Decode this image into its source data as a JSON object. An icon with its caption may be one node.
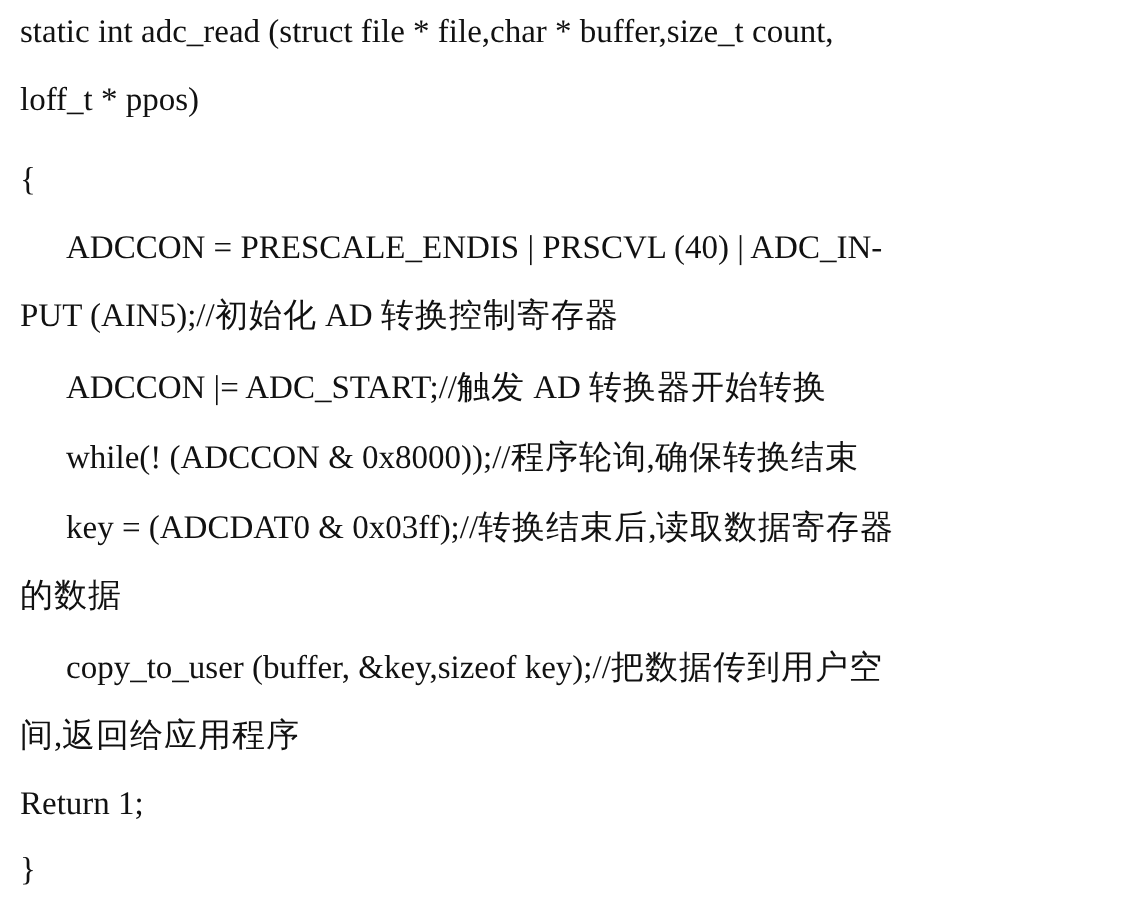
{
  "diagram": {
    "labels": [
      "static int adc_read (struct file * file,char * buffer,size_t count,",
      "loff_t * ppos)",
      "{",
      "ADCCON = PRESCALE_ENDIS | PRSCVL (40) | ADC_IN-",
      "PUT (AIN5);//初始化 AD 转换控制寄存器",
      "ADCCON |= ADC_START;//触发 AD 转换器开始转换",
      "while(! (ADCCON & 0x8000));//程序轮询,确保转换结束",
      "key = (ADCDAT0 & 0x03ff);//转换结束后,读取数据寄存器",
      "的数据",
      "copy_to_user (buffer, &key,sizeof key);//把数据传到用户空",
      "间,返回给应用程序",
      "Return 1;",
      "}"
    ]
  }
}
